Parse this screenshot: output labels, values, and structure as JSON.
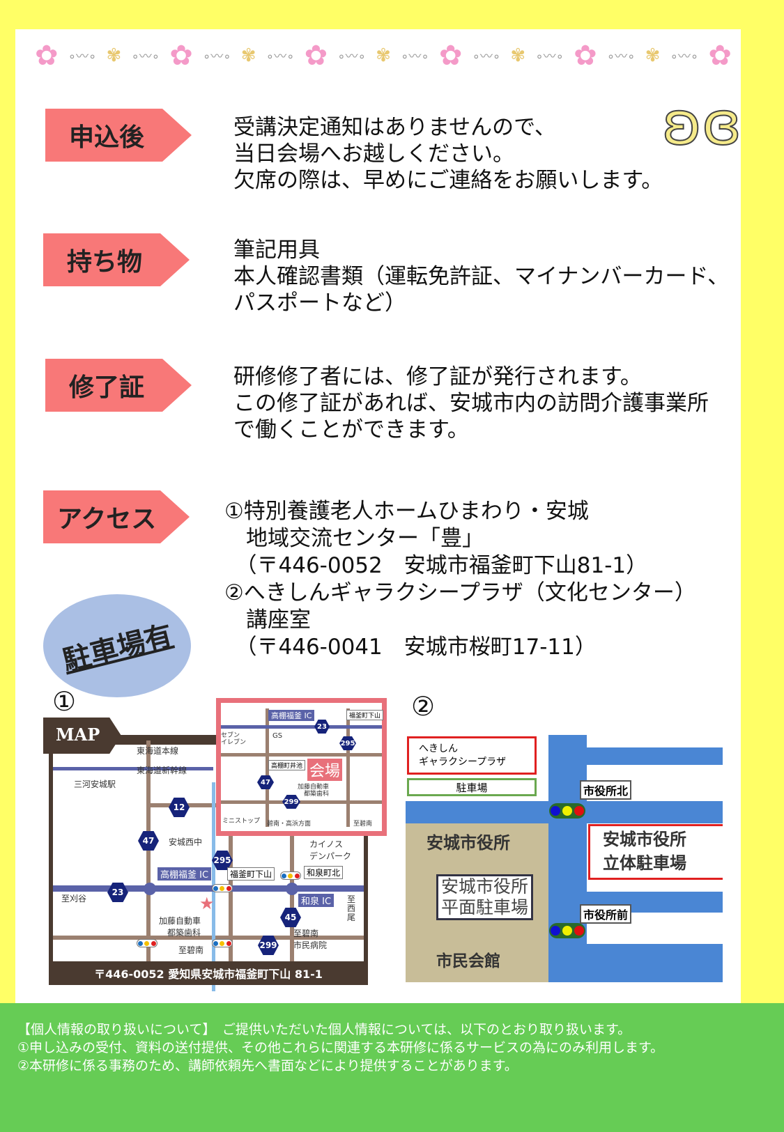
{
  "sections": [
    {
      "label": "申込後",
      "text": "受講決定通知はありませんので、\n当日会場へお越しください。\n欠席の際は、早めにご連絡をお願いします。"
    },
    {
      "label": "持ち物",
      "text": "筆記用具\n本人確認書類（運転免許証、マイナンバーカード、\nパスポートなど）"
    },
    {
      "label": "修了証",
      "text": "研修修了者には、修了証が発行されます。\nこの修了証があれば、安城市内の訪問介護事業所\nで働くことができます。"
    },
    {
      "label": "アクセス",
      "text": "①特別養護老人ホームひまわり・安城\n　地域交流センター「豊」\n　（〒446-0052　安城市福釜町下山81-1）\n②へきしんギャラクシープラザ（文化センター）\n　講座室\n　（〒446-0041　安城市桜町17-11）"
    }
  ],
  "parking_badge": "駐車場有",
  "map1": {
    "number": "①",
    "tag": "MAP",
    "address": "〒446-0052 愛知県安城市福釜町下山 81-1",
    "labels": {
      "tokaido": "東海道本線",
      "shinkansen": "東海道新幹線",
      "station": "三河安城駅",
      "nishichu": "安城西中",
      "ic1": "高棚福釜 IC",
      "ic2": "和泉 IC",
      "kariya": "至刈谷",
      "hekinan": "至碧南",
      "hekinan2": "至碧南\n市民病院",
      "nishio": "至\n西\n尾",
      "kato": "加藤自動車\n都築歯科",
      "shimoyama": "福釜町下山",
      "izumikita": "和泉町北",
      "kainos": "カイノス\nデンパーク"
    },
    "shields": [
      "12",
      "47",
      "295",
      "23",
      "45",
      "299"
    ],
    "inset": {
      "ic": "高棚福釜 IC",
      "shimoyama": "福釜町下山",
      "seven": "セブン\nイレブン",
      "gs": "GS",
      "iike": "高棚町井池",
      "venue": "会場",
      "kato": "加藤自動車\n都築歯科",
      "ministop": "ミニストップ",
      "direction": "碧南・高浜方面",
      "hekinan": "至碧南",
      "shields": [
        "23",
        "295",
        "47",
        "299"
      ]
    }
  },
  "map2": {
    "number": "②",
    "venue": "へきしん\nギャラクシープラザ",
    "parking": "駐車場",
    "city_hall": "安城市役所",
    "flat_parking": "安城市役所\n平面駐車場",
    "multi_parking": "安城市役所\n立体駐車場",
    "north": "市役所北",
    "front": "市役所前",
    "civic": "市民会館"
  },
  "footer": "【個人情報の取り扱いについて】　ご提供いただいた個人情報については、以下のとおり取り扱います。\n①申し込みの受付、資料の送付提供、その他これらに関連する本研修に係るサービスの為にのみ利用します。\n②本研修に係る事務のため、講師依頼先へ書面などにより提供することがあります。"
}
